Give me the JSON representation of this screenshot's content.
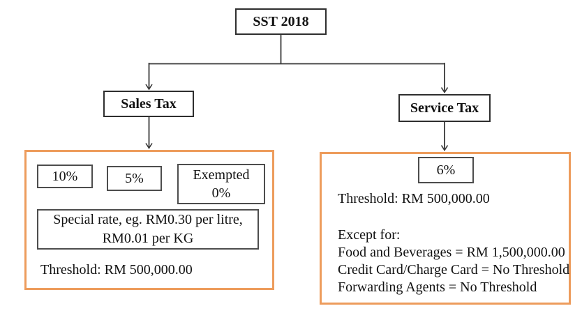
{
  "root": {
    "label": "SST 2018"
  },
  "branches": [
    {
      "label": "Sales Tax"
    },
    {
      "label": "Service Tax"
    }
  ],
  "sales_panel": {
    "rates": [
      "10%",
      "5%"
    ],
    "exempted": [
      "Exempted",
      "0%"
    ],
    "special_rate": [
      "Special rate, eg. RM0.30 per litre,",
      "RM0.01 per KG"
    ],
    "threshold": "Threshold: RM 500,000.00"
  },
  "service_panel": {
    "rate": "6%",
    "threshold": "Threshold: RM 500,000.00",
    "except_title": "Except for:",
    "exceptions": [
      "Food and Beverages = RM 1,500,000.00",
      "Credit Card/Charge Card = No Threshold",
      "Forwarding Agents = No Threshold"
    ]
  },
  "colors": {
    "panel_border": "#ED9C5C",
    "node_border": "#2e2e2e",
    "connector": "#383838"
  }
}
